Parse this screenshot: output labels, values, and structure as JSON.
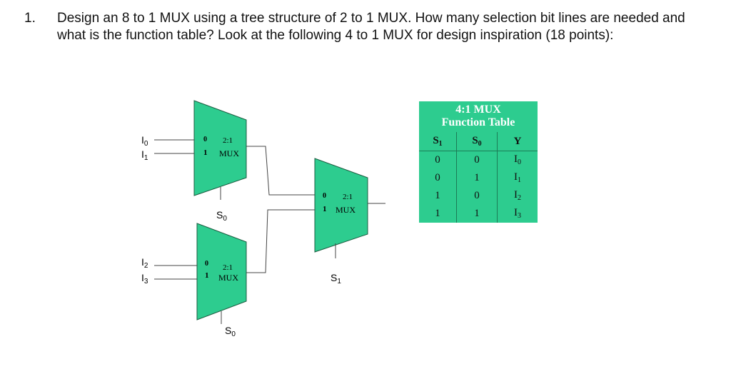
{
  "question": {
    "number": "1.",
    "text": "Design an 8 to 1 MUX using a tree structure of 2 to 1 MUX. How many selection bit lines are needed and what is the function table? Look at the following 4 to 1 MUX for design inspiration (18 points):"
  },
  "diagram": {
    "mux_color": "#2dcc8f",
    "mux_top": {
      "in0": "I",
      "in0_sub": "0",
      "in1": "I",
      "in1_sub": "1",
      "pin0": "0",
      "pin1": "1",
      "label_top": "2:1",
      "label_bottom": "MUX",
      "select": "S",
      "select_sub": "0"
    },
    "mux_bottom": {
      "in0": "I",
      "in0_sub": "2",
      "in1": "I",
      "in1_sub": "3",
      "pin0": "0",
      "pin1": "1",
      "label_top": "2:1",
      "label_bottom": "MUX",
      "select": "S",
      "select_sub": "0"
    },
    "mux_right": {
      "pin0": "0",
      "pin1": "1",
      "label_top": "2:1",
      "label_bottom": "MUX",
      "select": "S",
      "select_sub": "1"
    }
  },
  "function_table": {
    "title": "4:1 MUX",
    "subtitle": "Function Table",
    "headers": [
      {
        "main": "S",
        "sub": "1"
      },
      {
        "main": "S",
        "sub": "0"
      },
      {
        "main": "Y",
        "sub": ""
      }
    ],
    "rows": [
      {
        "s1": "0",
        "s0": "0",
        "y": "I",
        "y_sub": "0"
      },
      {
        "s1": "0",
        "s0": "1",
        "y": "I",
        "y_sub": "1"
      },
      {
        "s1": "1",
        "s0": "0",
        "y": "I",
        "y_sub": "2"
      },
      {
        "s1": "1",
        "s0": "1",
        "y": "I",
        "y_sub": "3"
      }
    ]
  }
}
